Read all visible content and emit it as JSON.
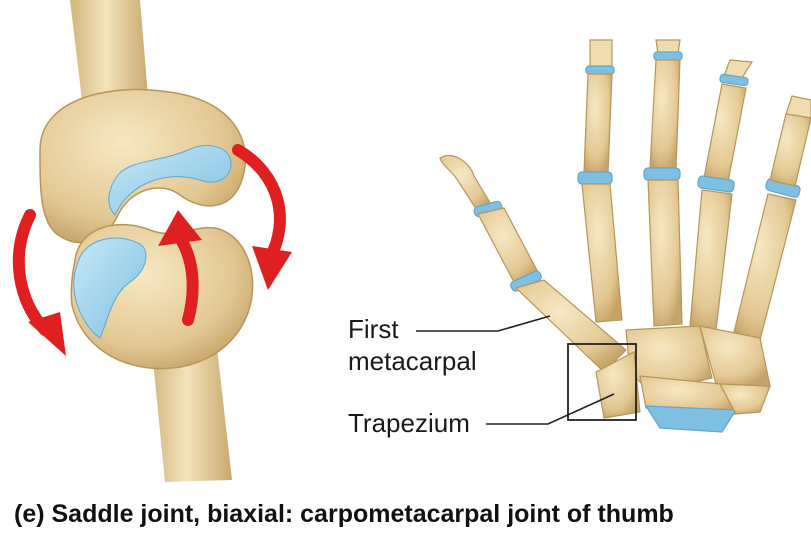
{
  "labels": {
    "first_line1": "First",
    "first_line2": "metacarpal",
    "trapezium": "Trapezium"
  },
  "caption": "(e) Saddle joint, biaxial: carpometacarpal joint of thumb",
  "colors": {
    "bone": "#e9d3a2",
    "bone_shadow": "#c9a86c",
    "cartilage": "#9fd3ec",
    "arrow": "#e02020",
    "leader": "#222222"
  }
}
